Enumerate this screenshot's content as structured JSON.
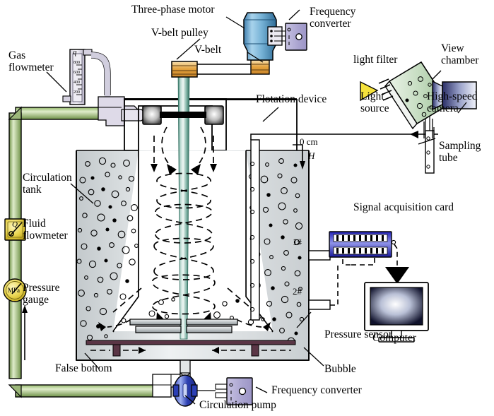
{
  "figure": {
    "type": "schematic-diagram",
    "subject": "Flotation device experimental setup with circulation tank, gas flowmeter and high-speed imaging"
  },
  "labels": {
    "gas_flowmeter": "Gas\nflowmeter",
    "three_phase_motor": "Three-phase motor",
    "v_belt_pulley": "V-belt pulley",
    "v_belt": "V-belt",
    "frequency_converter_top": "Frequency\nconverter",
    "light_filter": "light filter",
    "view_chamber": "View\nchamber",
    "light_source": "Light\nsource",
    "high_speed_camera": "High-speed\ncamera",
    "flotation_device": "Flotation device",
    "sampling_tube": "Sampling\ntube",
    "circulation_tank": "Circulation\ntank",
    "fluid_flowmeter": "Fluid\nflowmeter",
    "pressure_gauge": "Pressure\ngauge",
    "signal_acquisition_card": "Signal acquisition card",
    "computer": "Computer",
    "pressure_sensor": "Pressure sensor",
    "bubble": "Bubble",
    "false_bottom": "False bottom",
    "frequency_converter_bottom": "Frequency converter",
    "circulation_pump": "Circulation pump",
    "depth_zero": "0 cm",
    "depth_symbol": "H",
    "sensor_port_1": "1#",
    "sensor_port_2": "2#",
    "flowmeter_symbol_q": "q",
    "flowmeter_symbol_Q": "Q",
    "pressure_gauge_unit": "MPa",
    "flowmeter_ticks": [
      "800",
      "600",
      "400",
      "200"
    ]
  },
  "colors": {
    "pipe_green": "#7ba352",
    "pipe_green_light": "#cfe0b4",
    "shaft_green": "#2f7d6b",
    "shaft_green_light": "#dff0ea",
    "motor_blue": "#4a90c2",
    "motor_blue_light": "#a9d2ea",
    "pulley_orange": "#e8a33d",
    "pulley_orange_light": "#f6d9a8",
    "converter_purple": "#b0aad4",
    "tank_grey": "#c8cdd0",
    "tank_grey_light": "#eef1f2",
    "card_blue": "#1a1aa8",
    "pump_blue": "#2b3fb5",
    "gauge_yellow": "#e8d44a",
    "lamp_yellow": "#f5e23c",
    "chamber_green": "#bcd7b8",
    "camera_navy": "#2b2f6b",
    "stroke": "#000000",
    "background": "#ffffff"
  }
}
